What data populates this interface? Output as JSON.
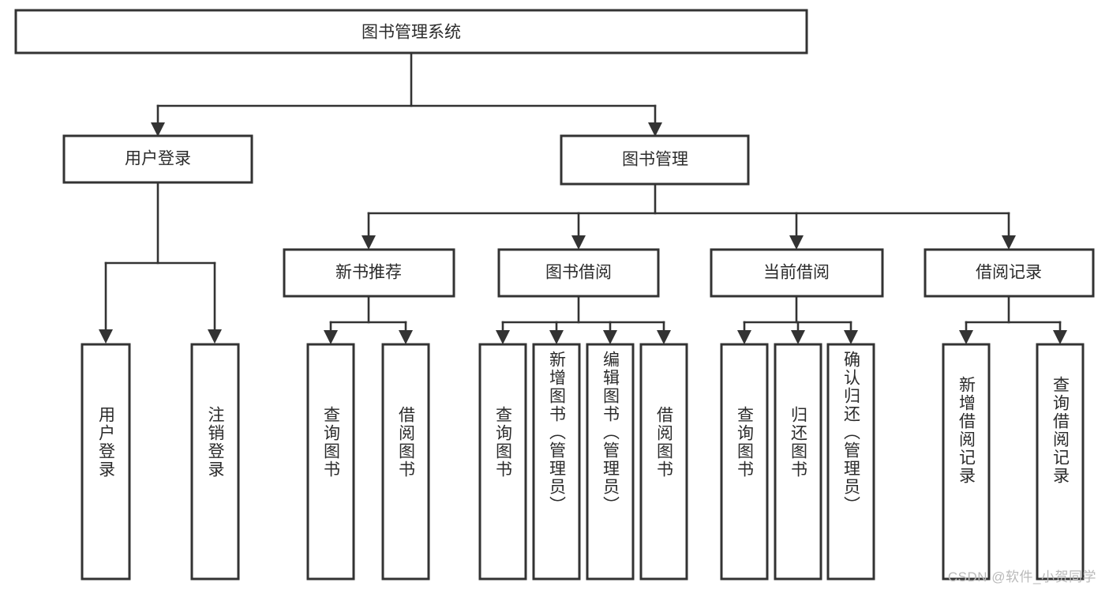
{
  "diagram": {
    "type": "tree-hierarchy",
    "title": "图书管理系统",
    "stroke_color": "#333333",
    "text_color": "#2b2b2b",
    "background_color": "#ffffff",
    "root": {
      "label": "图书管理系统"
    },
    "level1": [
      {
        "label": "用户登录"
      },
      {
        "label": "图书管理"
      }
    ],
    "level2": [
      {
        "label": "新书推荐"
      },
      {
        "label": "图书借阅"
      },
      {
        "label": "当前借阅"
      },
      {
        "label": "借阅记录"
      }
    ],
    "leaves": {
      "user_login": [
        {
          "label": "用户登录"
        },
        {
          "label": "注销登录"
        }
      ],
      "new_book_recommend": [
        {
          "label": "查询图书"
        },
        {
          "label": "借阅图书"
        }
      ],
      "book_borrow": [
        {
          "label": "查询图书"
        },
        {
          "label": "新增图书（管理员）"
        },
        {
          "label": "编辑图书（管理员）"
        },
        {
          "label": "借阅图书"
        }
      ],
      "current_borrow": [
        {
          "label": "查询图书"
        },
        {
          "label": "归还图书"
        },
        {
          "label": "确认归还（管理员）"
        }
      ],
      "borrow_record": [
        {
          "label": "新增借阅记录"
        },
        {
          "label": "查询借阅记录"
        }
      ]
    }
  },
  "watermark": {
    "text": "CSDN @软件_小贺同学"
  }
}
